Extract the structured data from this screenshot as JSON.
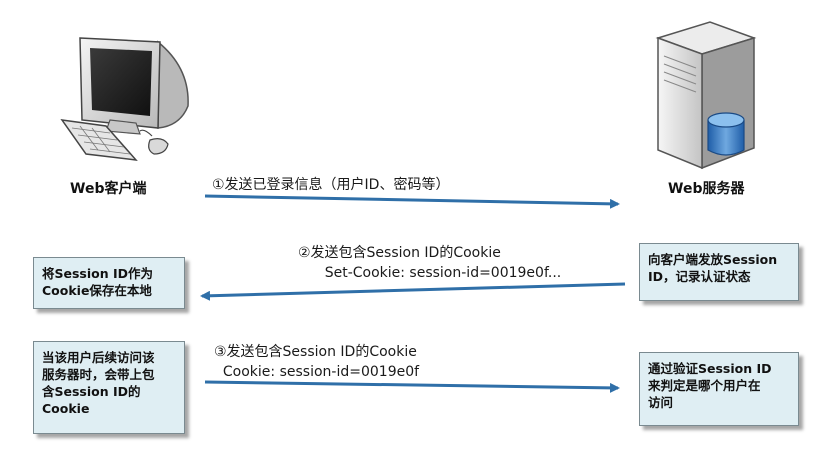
{
  "client": {
    "label": "Web客户端"
  },
  "server": {
    "label": "Web服务器"
  },
  "steps": [
    {
      "text": "①发送已登录信息（用户ID、密码等）"
    },
    {
      "text": "②发送包含Session ID的Cookie\n      Set-Cookie: session-id=0019e0f..."
    },
    {
      "text": "③发送包含Session ID的Cookie\n  Cookie: session-id=0019e0f"
    }
  ],
  "boxes": {
    "client_save": "将Session ID作为\nCookie保存在本地",
    "server_issue": "向客户端发放Session\nID，记录认证状态",
    "client_followup": "当该用户后续访问该\n服务器时，会带上包\n含Session ID的\nCookie",
    "server_verify": "通过验证Session ID\n来判定是哪个用户在\n访问"
  },
  "colors": {
    "arrow": "#2f6fa8",
    "box_fill": "#dfeef3"
  }
}
